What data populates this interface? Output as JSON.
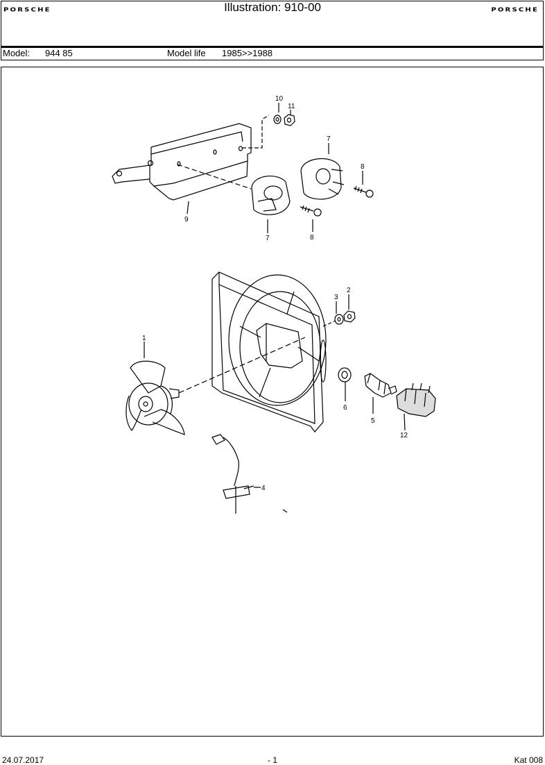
{
  "header": {
    "brand_left": "PORSCHE",
    "title": "Illustration: 910-00",
    "brand_right": "PORSCHE"
  },
  "model_row": {
    "model_label": "Model:",
    "model_value": "944 85",
    "life_label": "Model life",
    "life_value": "1985>>1988"
  },
  "callouts": {
    "c1": "1",
    "c2": "2",
    "c3": "3",
    "c4": "4",
    "c5": "5",
    "c6": "6",
    "c7a": "7",
    "c7b": "7",
    "c8a": "8",
    "c8b": "8",
    "c9": "9",
    "c10": "10",
    "c11": "11",
    "c12": "12"
  },
  "footer": {
    "date": "24.07.2017",
    "page": "- 1",
    "catalog": "Kat 008"
  }
}
